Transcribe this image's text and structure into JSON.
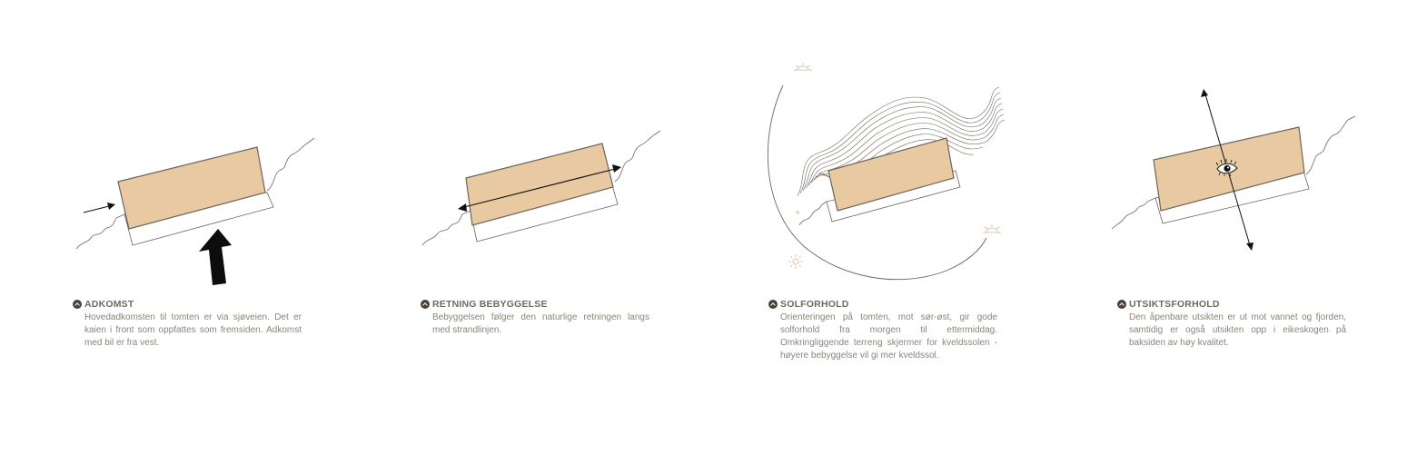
{
  "colors": {
    "building_fill": "#e8c9a2",
    "outline": "#6d655a",
    "sun": "#d8b79a",
    "caption_title": "#6e6a60",
    "caption_text": "#8a857c"
  },
  "panels": [
    {
      "title": "ADKOMST",
      "text": "Hovedadkomsten til tomten er via sjøveien. Det er kaien i front som oppfattes som fremsiden. Adkomst med bil er fra vest."
    },
    {
      "title": "RETNING BEBYGGELSE",
      "text": "Bebyggelsen følger den naturlige retningen langs med strandlinjen."
    },
    {
      "title": "SOLFORHOLD",
      "text": "Orienteringen på tomten, mot sør-øst, gir gode solforhold fra morgen til ettermiddag. Omkringliggende terreng skjermer for kveldssolen - høyere bebyggelse vil gi mer kveldssol."
    },
    {
      "title": "UTSIKTSFORHOLD",
      "text": "Den åpenbare utsikten er ut mot vannet og fjorden, samtidig er også utsikten opp i eikeskogen på baksiden av høy kvalitet."
    }
  ]
}
